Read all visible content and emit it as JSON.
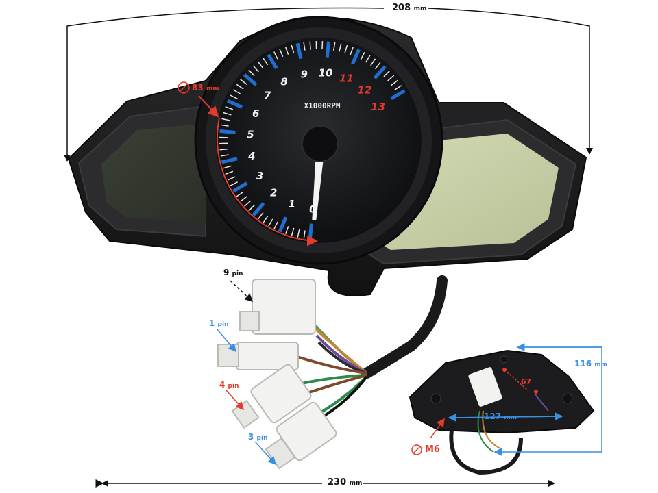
{
  "colors": {
    "housing": "#1d1d1f",
    "bezel": "#2a2a2c",
    "lcd": "#c9d2a8",
    "annotation_red": "#e53b2c",
    "annotation_blue": "#3a8fe0",
    "tach_tick_blue": "#1e6fd0",
    "connector": "#f2f2f0"
  },
  "tachometer": {
    "scale_label": "X1000RPM",
    "numbers": [
      "0",
      "1",
      "2",
      "3",
      "4",
      "5",
      "6",
      "7",
      "8",
      "9",
      "10",
      "11",
      "12",
      "13"
    ],
    "redline_numbers": [
      "11",
      "12",
      "13"
    ],
    "needle_value": 0
  },
  "dimensions": {
    "width_top": {
      "value": "208",
      "unit": "mm"
    },
    "width_bottom": {
      "value": "230",
      "unit": "mm"
    },
    "dial_diameter": {
      "value": "83",
      "unit": "mm"
    },
    "mount_spacing": {
      "value": "127",
      "unit": "mm"
    },
    "height_rear": {
      "value": "116",
      "unit": "mm"
    },
    "mount_dia": {
      "value": "67",
      "unit": "mm"
    },
    "bolt": {
      "value": "M6"
    }
  },
  "connectors": [
    {
      "pins": "9",
      "unit": "pin",
      "color": "black"
    },
    {
      "pins": "1",
      "unit": "pin",
      "color": "blue"
    },
    {
      "pins": "4",
      "unit": "pin",
      "color": "red"
    },
    {
      "pins": "3",
      "unit": "pin",
      "color": "blue"
    }
  ]
}
